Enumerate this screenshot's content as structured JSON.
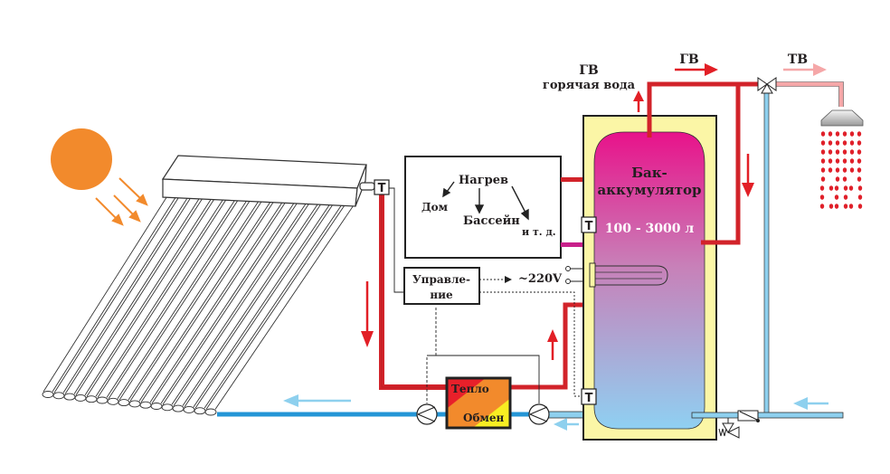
{
  "diagram": {
    "colors": {
      "sun": "#f28a2c",
      "hot_pipe": "#d2232a",
      "cold_pipe": "#2596d6",
      "cold_light": "#8ed0ee",
      "tap_water": "#f5a7a8",
      "tank_shell": "#fbf6a6",
      "tank_top": "#e8128a",
      "tank_bottom": "#8fd0f2",
      "exchanger_hot": "#e8202a",
      "exchanger_mid": "#f28a2c",
      "exchanger_cold": "#f8ee22",
      "arrow_hot": "#e21f26",
      "arrow_cold": "#8ed0ee",
      "arrow_tap": "#f5a7a8",
      "shower_drops": "#e0202a"
    },
    "labels": {
      "hot_water_short": "ГВ",
      "hot_water_full": "горячая вода",
      "hot_water_flow": "ГВ",
      "tap_water_flow": "ТВ",
      "tank_line1": "Бак-",
      "tank_line2": "аккумулятор",
      "tank_volume": "100 - 3000 л",
      "heating_title": "Нагрев",
      "heating_home": "Дом",
      "heating_pool": "Бассейн",
      "heating_etc": "и т. д.",
      "control_line1": "Управле-",
      "control_line2": "ние",
      "power": "~220V",
      "exchanger_line1": "Тепло",
      "exchanger_line2": "Обмен",
      "sensor": "T"
    },
    "collector": {
      "tube_count": 16
    }
  }
}
